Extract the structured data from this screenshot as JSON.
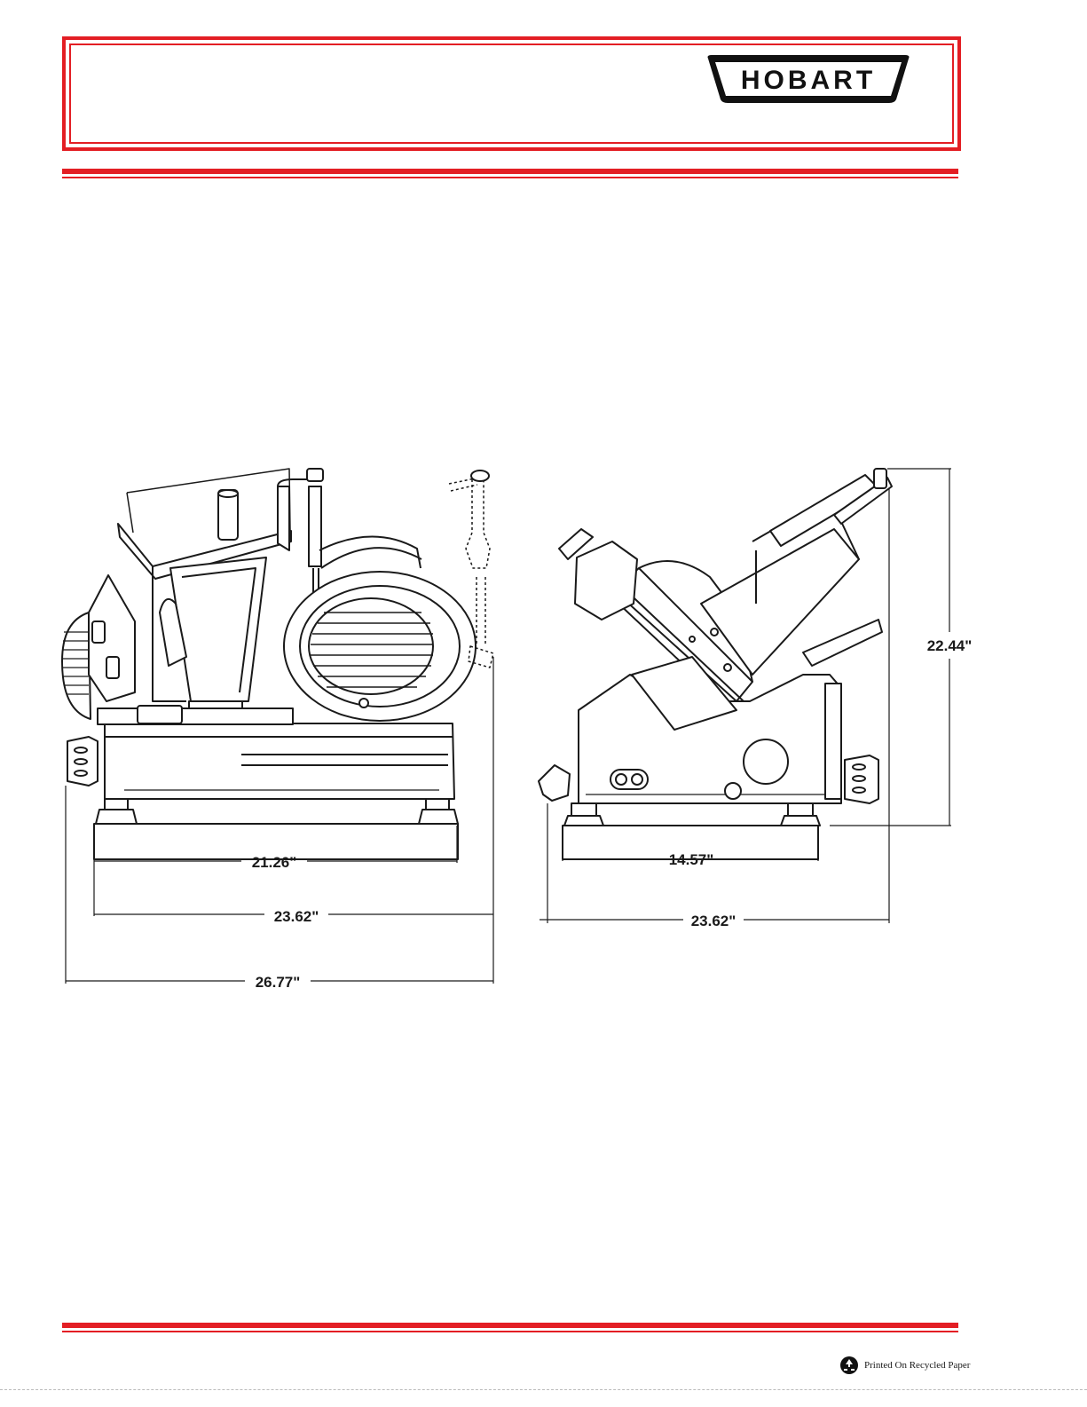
{
  "brand": {
    "logo_text": "HOBART",
    "accent_color": "#e31e24"
  },
  "dimensions": {
    "front_view": {
      "base_width": "21.26\"",
      "overall_width": "23.62\"",
      "width_with_handle": "26.77\""
    },
    "side_view": {
      "base_depth": "14.57\"",
      "overall_depth": "23.62\"",
      "overall_height": "22.44\""
    }
  },
  "footer": {
    "recycled_note": "Printed On Recycled Paper",
    "recycle_icon": "recycle-icon"
  }
}
